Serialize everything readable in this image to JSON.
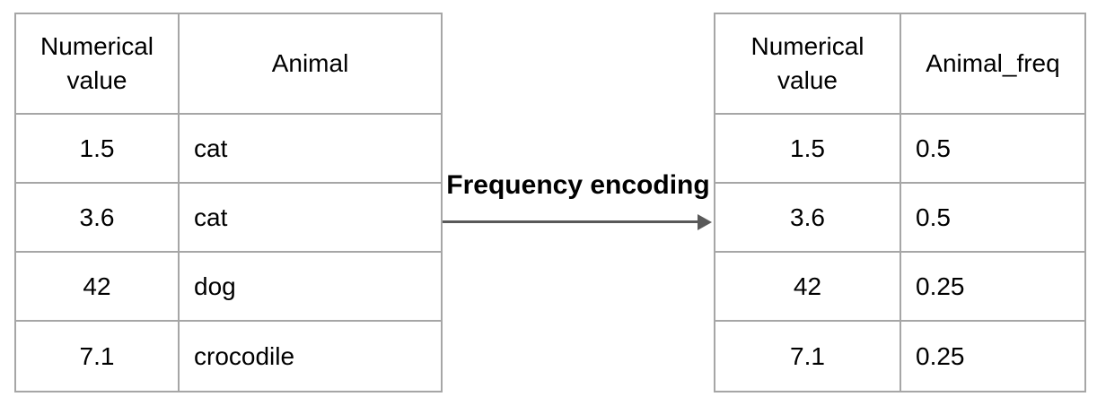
{
  "diagram": {
    "arrow_label": "Frequency encoding",
    "colors": {
      "border": "#a6a6a6",
      "arrow": "#595959",
      "text": "#000000",
      "background": "#ffffff"
    }
  },
  "left_table": {
    "headers": [
      "Numerical value",
      "Animal"
    ],
    "rows": [
      [
        "1.5",
        "cat"
      ],
      [
        "3.6",
        "cat"
      ],
      [
        "42",
        "dog"
      ],
      [
        "7.1",
        "crocodile"
      ]
    ]
  },
  "right_table": {
    "headers": [
      "Numerical value",
      "Animal_freq"
    ],
    "rows": [
      [
        "1.5",
        "0.5"
      ],
      [
        "3.6",
        "0.5"
      ],
      [
        "42",
        "0.25"
      ],
      [
        "7.1",
        "0.25"
      ]
    ]
  }
}
